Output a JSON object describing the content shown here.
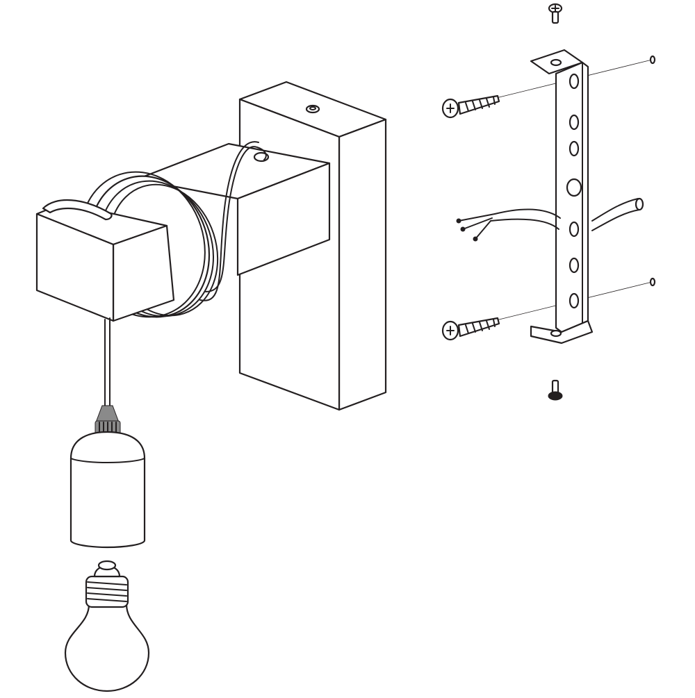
{
  "diagram": {
    "kind": "exploded assembly drawing",
    "colors": {
      "line": "#231f20",
      "background": "#ffffff",
      "fill": "#ffffff"
    },
    "parts": [
      {
        "icon": "wall-base-block-icon"
      },
      {
        "icon": "square-arm-icon"
      },
      {
        "icon": "cable-coil-icon"
      },
      {
        "icon": "pendant-cord-icon"
      },
      {
        "icon": "strain-relief-icon"
      },
      {
        "icon": "lamp-socket-icon"
      },
      {
        "icon": "light-bulb-icon"
      },
      {
        "icon": "mounting-bracket-icon"
      },
      {
        "icon": "wall-screw-icon",
        "count": 2
      },
      {
        "icon": "wall-plug-icon",
        "count": 2
      },
      {
        "icon": "mains-cable-icon"
      },
      {
        "icon": "small-bolt-icon",
        "count": 2
      }
    ]
  }
}
